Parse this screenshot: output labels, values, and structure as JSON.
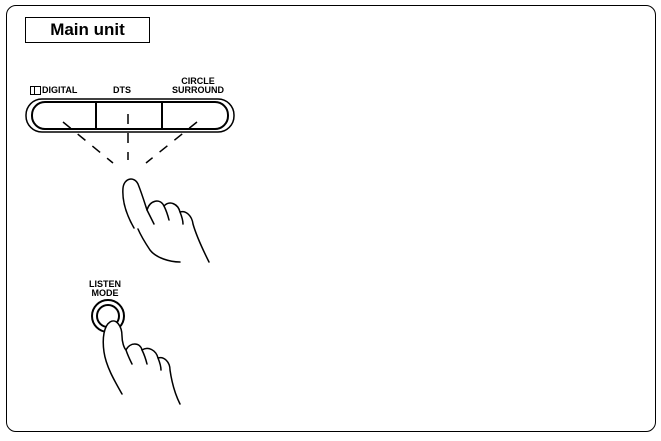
{
  "title": "Main unit",
  "buttons": [
    {
      "label": "DIGITAL",
      "prefix_icon": "dolby-double-d-icon"
    },
    {
      "label": "DTS"
    },
    {
      "label_line1": "CIRCLE",
      "label_line2": "SURROUND"
    }
  ],
  "listen_mode": {
    "line1": "LISTEN",
    "line2": "MODE"
  }
}
